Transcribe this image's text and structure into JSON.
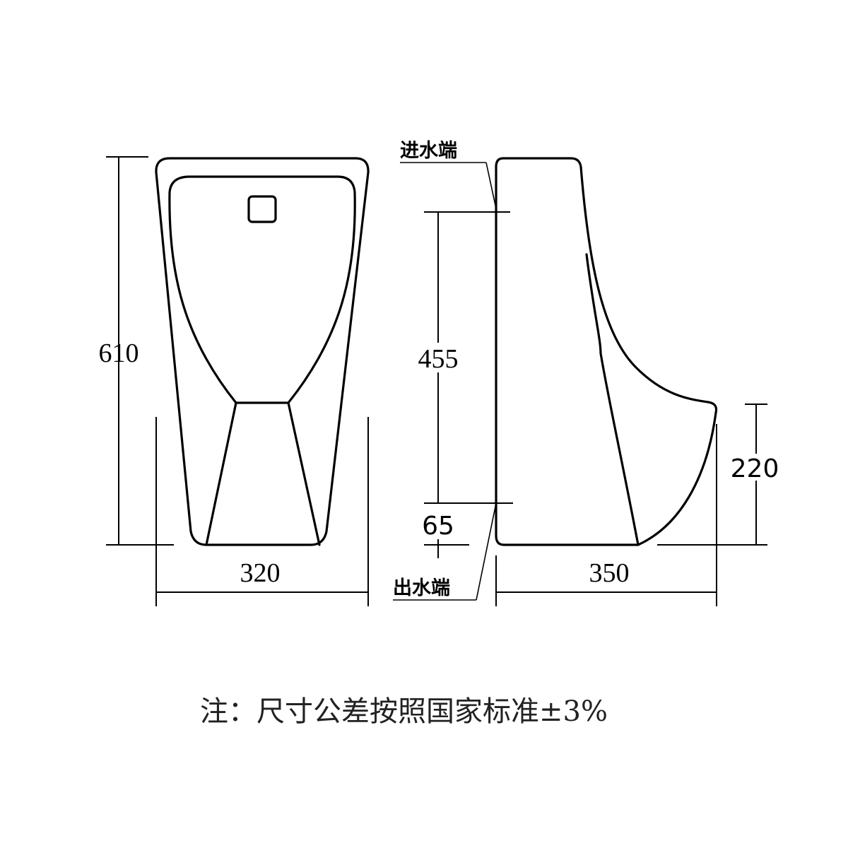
{
  "dimensions": {
    "front_height": "610",
    "front_width": "320",
    "inlet_height": "455",
    "outlet_height": "65",
    "side_depth": "350",
    "lip_height": "220"
  },
  "ports": {
    "inlet": "进水端",
    "outlet": "出水端"
  },
  "note": "注：尺寸公差按照国家标准±3%"
}
